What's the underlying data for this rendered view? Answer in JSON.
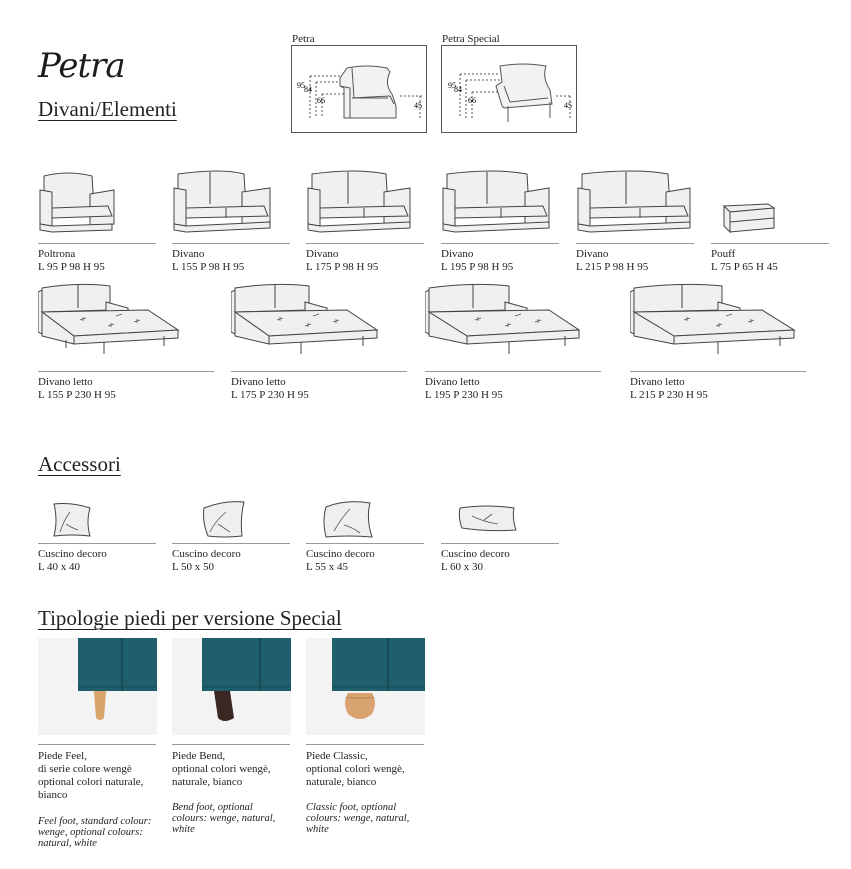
{
  "brand": "Petra",
  "section_main": "Divani/Elementi",
  "dimension_diagrams": [
    {
      "label": "Petra",
      "h1": "95",
      "h2": "84",
      "h3": "66",
      "h4": "45"
    },
    {
      "label": "Petra Special",
      "h1": "95",
      "h2": "84",
      "h3": "66",
      "h4": "45"
    }
  ],
  "sofas_row1": [
    {
      "name": "Poltrona",
      "dims": "L 95 P 98 H 95",
      "icon": "armchair-icon"
    },
    {
      "name": "Divano",
      "dims": "L 155 P 98 H 95",
      "icon": "sofa-icon"
    },
    {
      "name": "Divano",
      "dims": "L 175 P 98 H 95",
      "icon": "sofa-icon"
    },
    {
      "name": "Divano",
      "dims": "L 195 P 98 H 95",
      "icon": "sofa-icon"
    },
    {
      "name": "Divano",
      "dims": "L 215 P 98 H 95",
      "icon": "sofa-icon"
    },
    {
      "name": "Pouff",
      "dims": "L 75 P 65 H 45",
      "icon": "pouf-icon"
    }
  ],
  "sofas_row2": [
    {
      "name": "Divano letto",
      "dims": "L 155 P 230 H 95",
      "icon": "sofa-bed-icon"
    },
    {
      "name": "Divano letto",
      "dims": "L 175 P 230 H 95",
      "icon": "sofa-bed-icon"
    },
    {
      "name": "Divano letto",
      "dims": "L 195 P 230 H 95",
      "icon": "sofa-bed-icon"
    },
    {
      "name": "Divano letto",
      "dims": "L 215 P 230 H 95",
      "icon": "sofa-bed-icon"
    }
  ],
  "section_accessories": "Accessori",
  "accessories": [
    {
      "name": "Cuscino decoro",
      "dims": "L 40 x 40",
      "icon": "cushion-icon"
    },
    {
      "name": "Cuscino decoro",
      "dims": "L 50 x 50",
      "icon": "cushion-icon"
    },
    {
      "name": "Cuscino decoro",
      "dims": "L 55 x 45",
      "icon": "cushion-icon"
    },
    {
      "name": "Cuscino decoro",
      "dims": "L 60 x 30",
      "icon": "cushion-icon"
    }
  ],
  "section_feet": "Tipologie piedi per versione Special",
  "feet": [
    {
      "it": [
        "Piede Feel,",
        "di serie colore wengè",
        "optional colori naturale,",
        "bianco"
      ],
      "en": [
        "Feel foot, standard colour:",
        "wenge, optional colours:",
        "natural, white"
      ],
      "foot_color": "#d9a46a"
    },
    {
      "it": [
        "Piede Bend,",
        "optional colori wengè,",
        "naturale, bianco"
      ],
      "en": [
        "Bend foot, optional",
        "colours: wenge, natural,",
        "white"
      ],
      "foot_color": "#3a2622"
    },
    {
      "it": [
        "Piede Classic,",
        "optional colori wengè,",
        "naturale, bianco"
      ],
      "en": [
        "Classic foot, optional",
        "colours: wenge, natural,",
        "white"
      ],
      "foot_color": "#d8a370"
    }
  ],
  "colors": {
    "fabric": "#1f5f6b",
    "line": "#555555"
  }
}
